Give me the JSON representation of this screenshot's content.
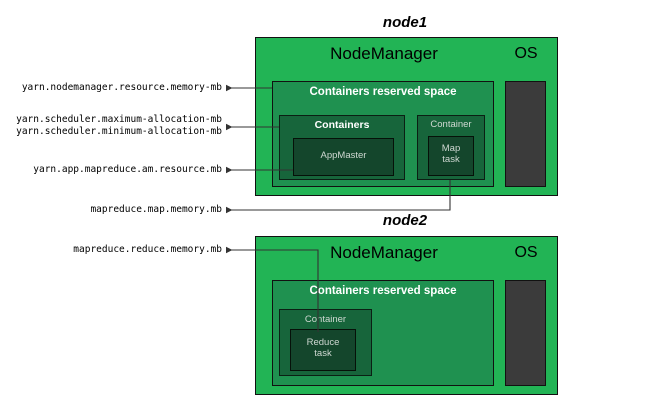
{
  "diagram": {
    "title_hidden": "Hadoop YARN memory configuration mapping",
    "colors": {
      "nodemanager_green": "#22b455",
      "reserved_green": "#1f9150",
      "container_group_green": "#17653b",
      "task_green": "#14462c",
      "os_dark": "#3b3b3b",
      "outline": "#111111",
      "connector": "#333333",
      "label_text": "#000000",
      "inner_text": "#ffffff"
    },
    "labels": [
      {
        "id": "nm-memory",
        "text": "yarn.nodemanager.resource.memory-mb"
      },
      {
        "id": "sched-max",
        "text": "yarn.scheduler.maximum-allocation-mb"
      },
      {
        "id": "sched-min",
        "text": "yarn.scheduler.minimum-allocation-mb"
      },
      {
        "id": "am-resource",
        "text": "yarn.app.mapreduce.am.resource.mb"
      },
      {
        "id": "map-memory",
        "text": "mapreduce.map.memory.mb"
      },
      {
        "id": "reduce-memory",
        "text": "mapreduce.reduce.memory.mb"
      }
    ],
    "nodes": [
      {
        "id": "node1",
        "caption": "node1",
        "nodemanager_title": "NodeManager",
        "os_title": "OS",
        "reserved_title": "Containers reserved space",
        "groups": [
          {
            "id": "containers-group",
            "title": "Containers",
            "task": "AppMaster"
          },
          {
            "id": "container-single",
            "title": "Container",
            "task_line1": "Map",
            "task_line2": "task"
          }
        ]
      },
      {
        "id": "node2",
        "caption": "node2",
        "nodemanager_title": "NodeManager",
        "os_title": "OS",
        "reserved_title": "Containers reserved space",
        "groups": [
          {
            "id": "container-single",
            "title": "Container",
            "task_line1": "Reduce",
            "task_line2": "task"
          }
        ]
      }
    ]
  }
}
